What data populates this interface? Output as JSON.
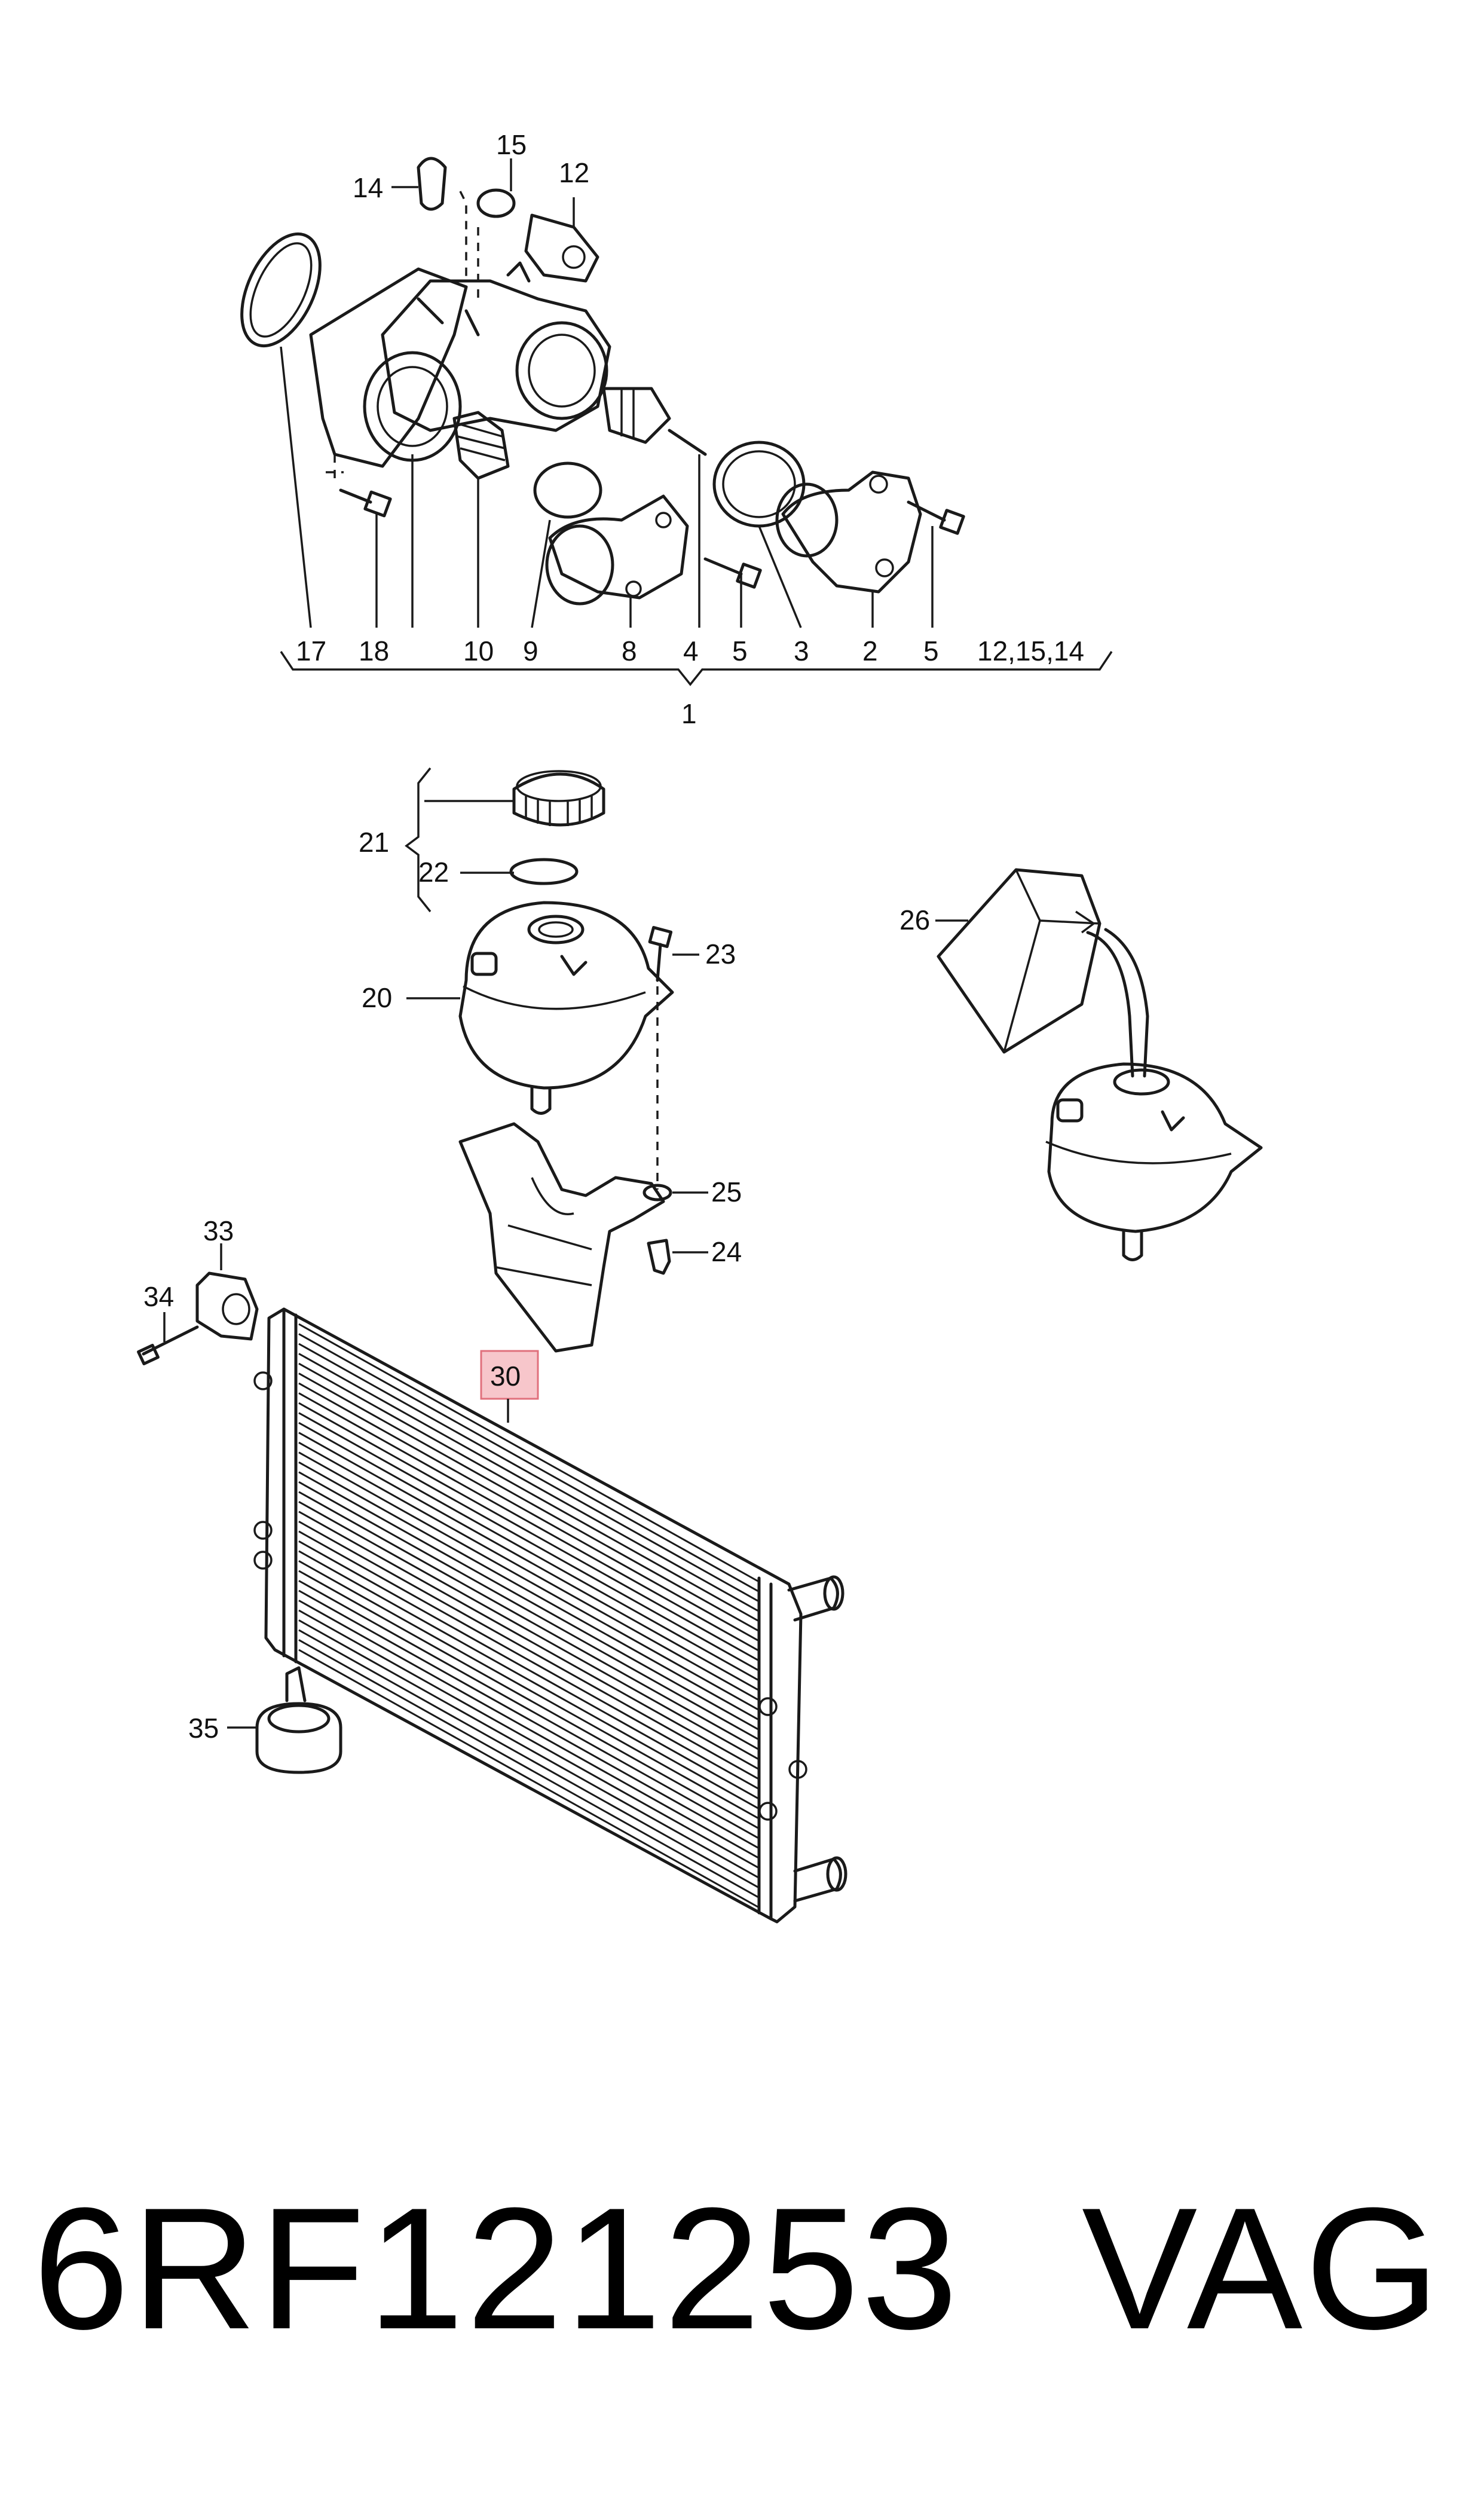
{
  "diagram": {
    "callouts": {
      "c1": "1",
      "c2": "2",
      "c3": "3",
      "c4": "4",
      "c5a": "5",
      "c5b": "5",
      "c8": "8",
      "c9": "9",
      "c10": "10",
      "c12": "12",
      "c12_15_14": "12,15,14",
      "c14": "14",
      "c15": "15",
      "c17": "17",
      "c18": "18",
      "c20": "20",
      "c21": "21",
      "c22": "22",
      "c23": "23",
      "c24": "24",
      "c25": "25",
      "c26": "26",
      "c30": "30",
      "c33": "33",
      "c34": "34",
      "c35": "35"
    },
    "highlight_color": "#f7c6cb",
    "highlight_border": "#e0707c"
  },
  "footer": {
    "part_number": "6RF121253",
    "brand": "VAG"
  }
}
